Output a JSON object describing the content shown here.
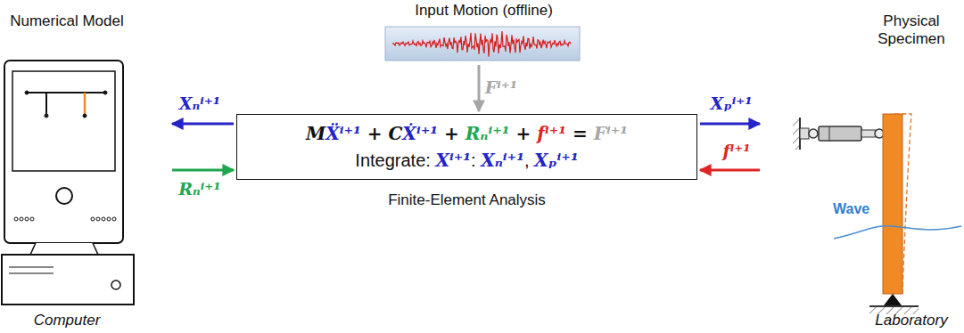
{
  "diagram": {
    "nodes": [
      {
        "text": [
          "Numerical Model",
          "Computer"
        ]
      },
      {
        "text": [
          "Input Motion (offline)"
        ]
      },
      {
        "text": [
          "MẌⁱ⁺¹ + CẊⁱ⁺¹ + Rₙⁱ⁺¹ + fⁱ⁺¹ = Fⁱ⁺¹",
          "Integrate: Xⁱ⁺¹: Xₙⁱ⁺¹, Xₚⁱ⁺¹",
          "Finite-Element Analysis"
        ]
      },
      {
        "text": [
          "Physical Specimen",
          "Laboratory"
        ]
      }
    ],
    "edges": [
      {
        "from": 2,
        "to": 0,
        "arrow": "to",
        "label": "Xₙⁱ⁺¹"
      },
      {
        "from": 0,
        "to": 2,
        "arrow": "to",
        "label": "Rₙⁱ⁺¹"
      },
      {
        "from": 1,
        "to": 2,
        "arrow": "to",
        "label": "Fⁱ⁺¹"
      },
      {
        "from": 2,
        "to": 3,
        "arrow": "to",
        "label": "Xₚⁱ⁺¹"
      },
      {
        "from": 3,
        "to": 2,
        "arrow": "to",
        "label": "fⁱ⁺¹"
      }
    ],
    "labels": [
      "Wave"
    ]
  }
}
